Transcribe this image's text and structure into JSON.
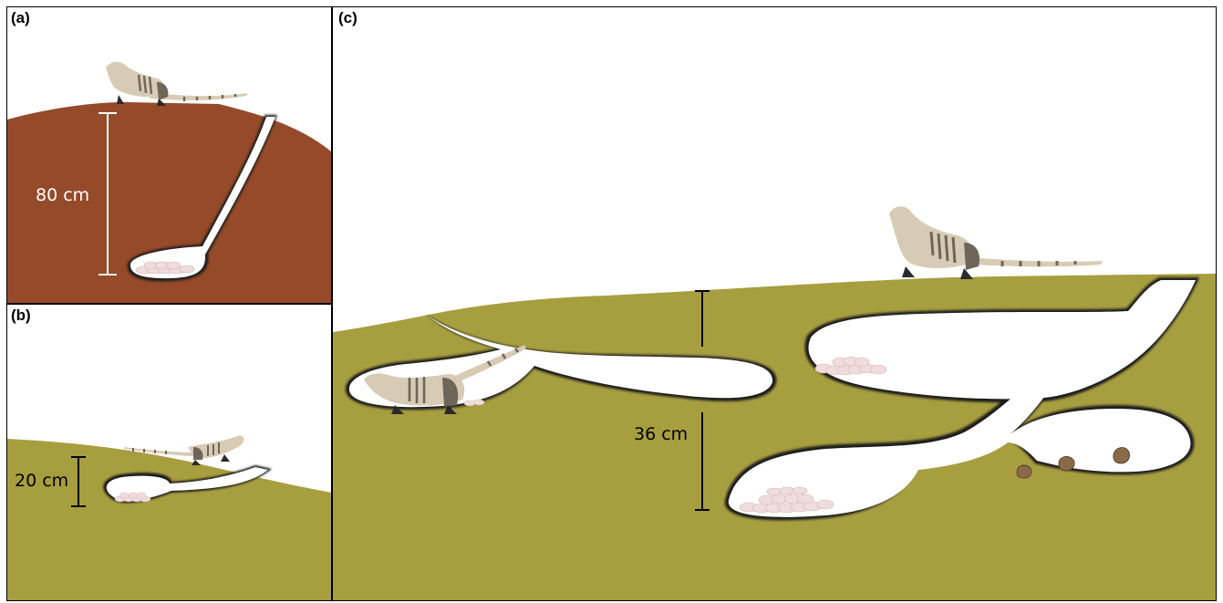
{
  "panels": {
    "a": {
      "label": "(a)",
      "depth_label": "80 cm"
    },
    "b": {
      "label": "(b)",
      "depth_label": "20 cm"
    },
    "c": {
      "label": "(c)",
      "depth_label": "36 cm"
    }
  },
  "colors": {
    "soil_red": "#954A29",
    "soil_olive": "#A79E40",
    "burrow": "#ffffff",
    "egg": "#F1DCDD",
    "hatched_egg": "#8B6A4A",
    "iguana_body": "#D8CBB5",
    "iguana_stripe": "#6E6659"
  }
}
